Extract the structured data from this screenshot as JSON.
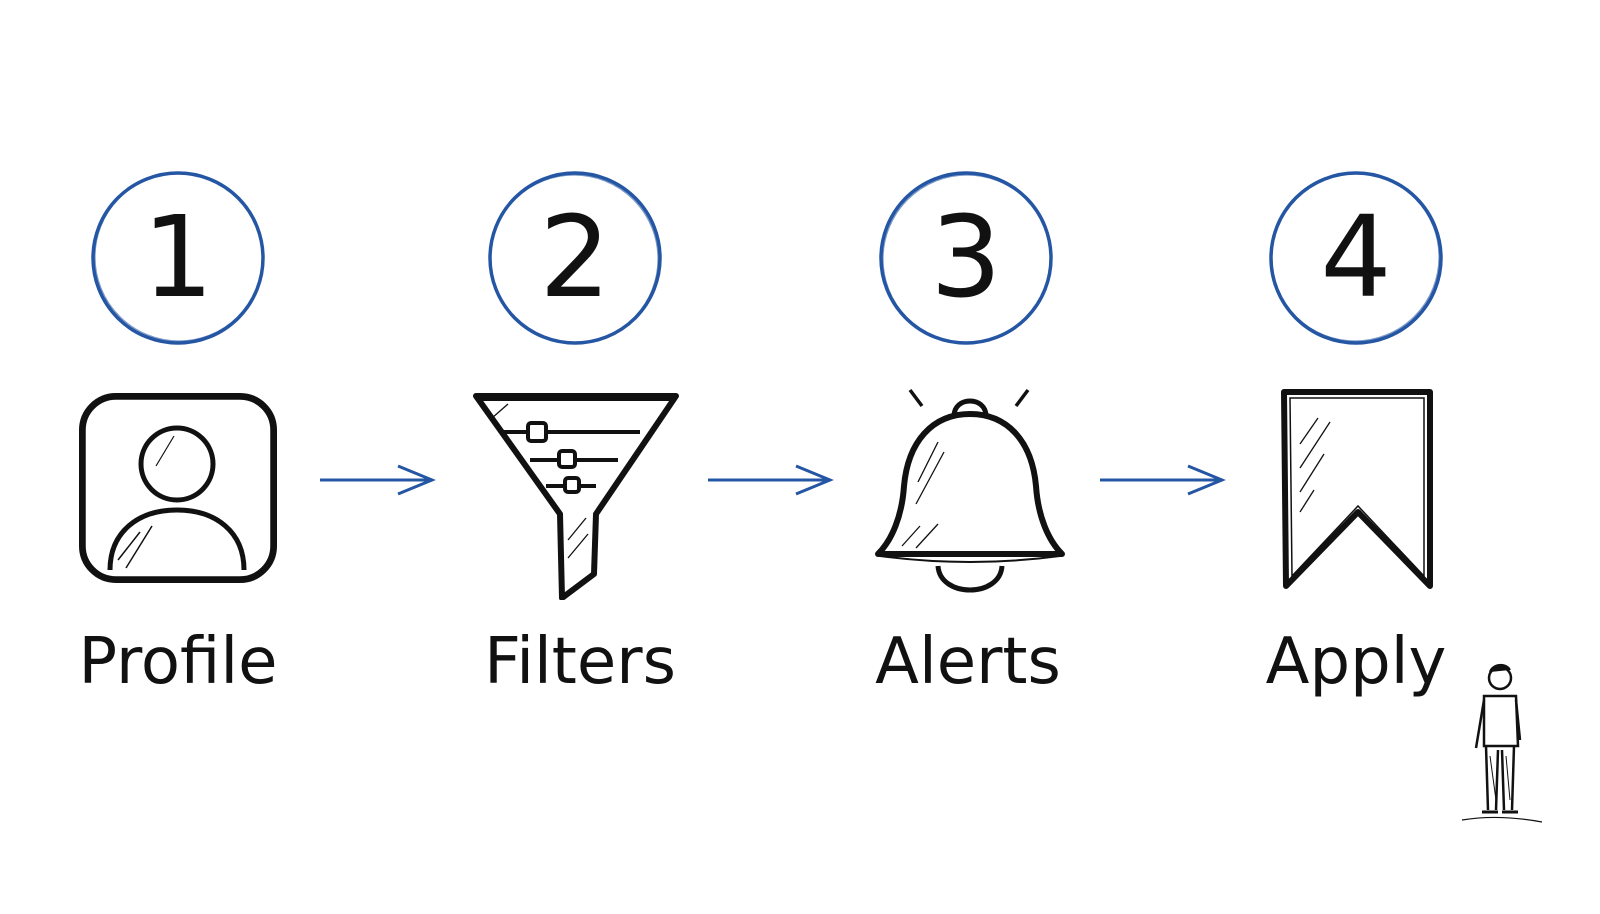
{
  "steps": [
    {
      "number": "1",
      "label": "Profile",
      "icon": "profile-icon"
    },
    {
      "number": "2",
      "label": "Filters",
      "icon": "funnel-filter-icon"
    },
    {
      "number": "3",
      "label": "Alerts",
      "icon": "bell-icon"
    },
    {
      "number": "4",
      "label": "Apply",
      "icon": "bookmark-icon"
    }
  ],
  "colors": {
    "accent": "#2456a4",
    "ink": "#111111",
    "background": "#ffffff"
  }
}
